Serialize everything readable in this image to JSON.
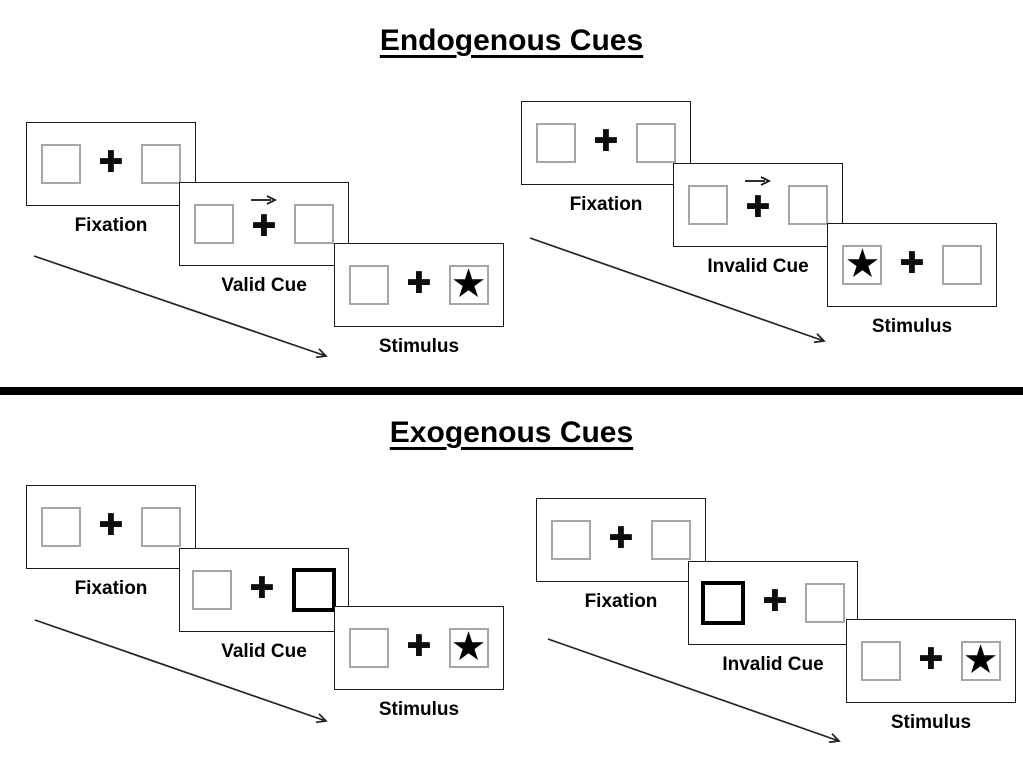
{
  "sections": {
    "endogenous": {
      "title": "Endogenous Cues",
      "valid_trial": {
        "panels": {
          "fixation": "Fixation",
          "cue": "Valid Cue",
          "stimulus": "Stimulus"
        },
        "cue_type": "central-arrow-pointing-right",
        "stimulus_star_side": "right"
      },
      "invalid_trial": {
        "panels": {
          "fixation": "Fixation",
          "cue": "Invalid Cue",
          "stimulus": "Stimulus"
        },
        "cue_type": "central-arrow-pointing-right",
        "stimulus_star_side": "left"
      }
    },
    "exogenous": {
      "title": "Exogenous Cues",
      "valid_trial": {
        "panels": {
          "fixation": "Fixation",
          "cue": "Valid Cue",
          "stimulus": "Stimulus"
        },
        "cue_type": "peripheral-bold-box-right",
        "stimulus_star_side": "right"
      },
      "invalid_trial": {
        "panels": {
          "fixation": "Fixation",
          "cue": "Invalid Cue",
          "stimulus": "Stimulus"
        },
        "cue_type": "peripheral-bold-box-left",
        "stimulus_star_side": "right"
      }
    }
  },
  "glyphs": {
    "fixation_cross": "✚",
    "star": "★"
  },
  "colors": {
    "background": "#ffffff",
    "panel_border": "#1a1a1a",
    "square_border": "#a6a6a6",
    "cue_box_border": "#000000",
    "divider": "#000000",
    "text": "#000000"
  }
}
